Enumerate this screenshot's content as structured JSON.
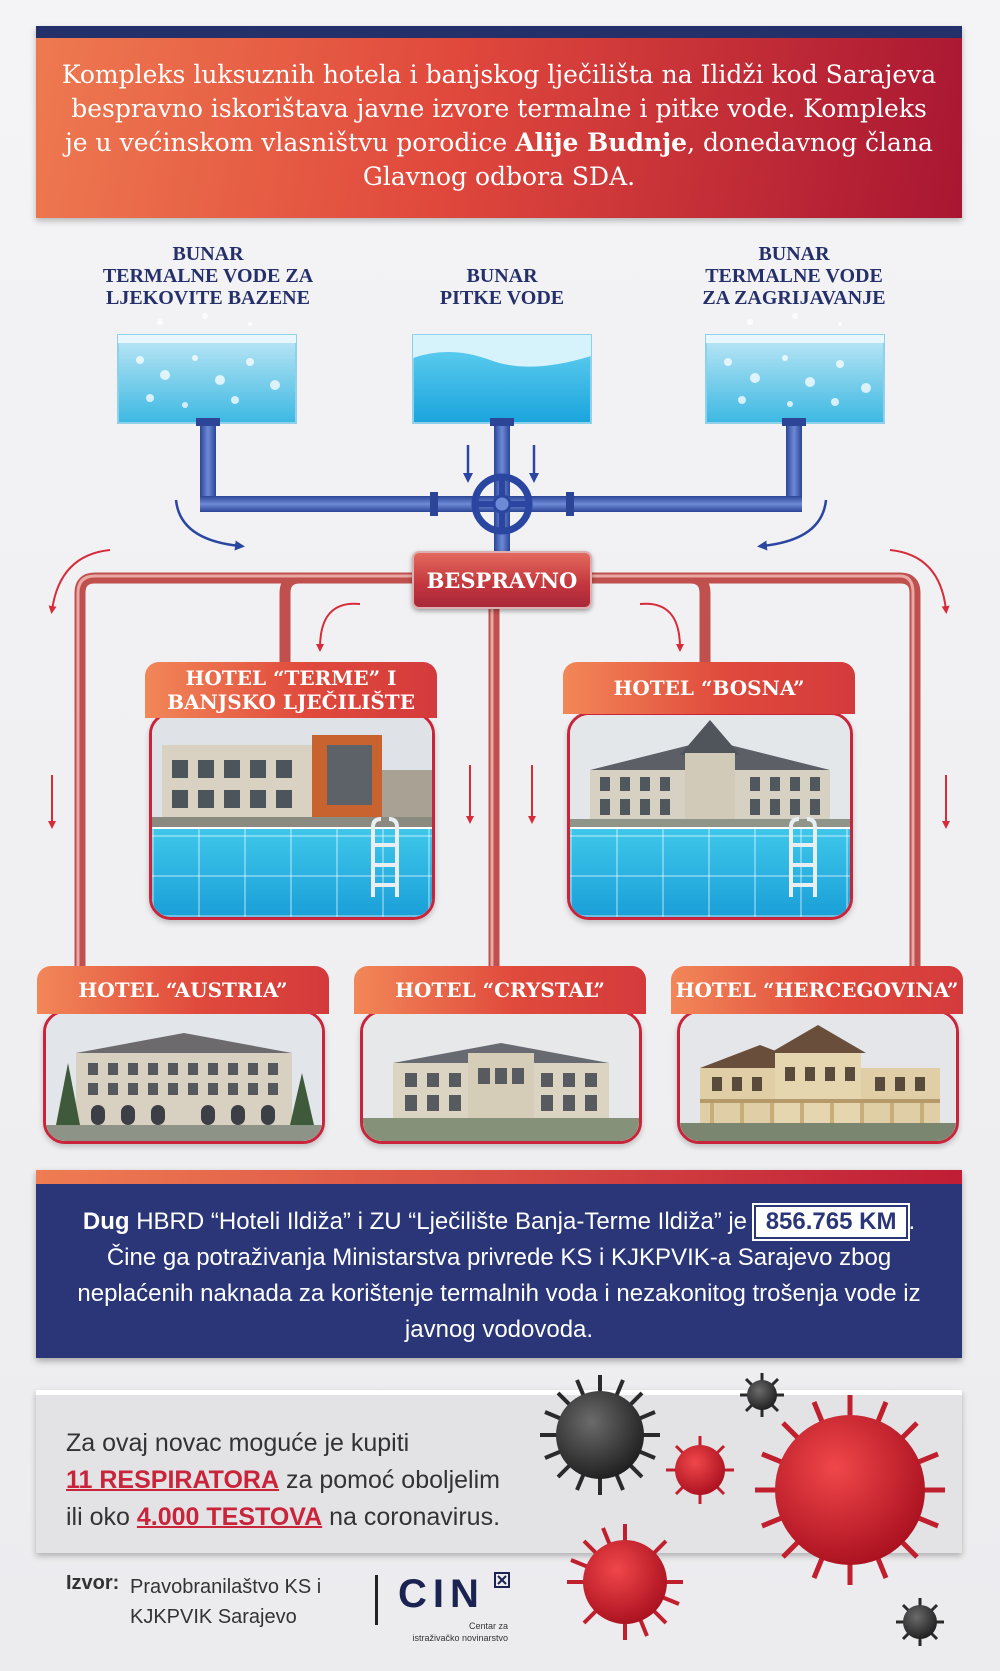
{
  "header": {
    "text_before": "Kompleks luksuznih hotela i banjskog lječilišta na Ilidži kod Sarajeva bespravno iskorištava javne izvore termalne i pitke vode. Kompleks je u većinskom vlasništvu porodice ",
    "text_bold": "Alije Budnje",
    "text_after": ", donedavnog člana Glavnog odbora SDA."
  },
  "wells": [
    {
      "line1": "BUNAR",
      "line2": "TERMALNE VODE ZA",
      "line3": "LJEKOVITE BAZENE"
    },
    {
      "line1": "BUNAR",
      "line2": "PITKE VODE",
      "line3": ""
    },
    {
      "line1": "BUNAR",
      "line2": "TERMALNE VODE",
      "line3": "ZA ZAGRIJAVANJE"
    }
  ],
  "valve_label": "BESPRAVNO",
  "hotels": {
    "terme": {
      "line1": "HOTEL “TERME” I",
      "line2": "BANJSKO LJEČILIŠTE"
    },
    "bosna": {
      "line1": "HOTEL “BOSNA”"
    },
    "austria": {
      "line1": "HOTEL “AUSTRIA”"
    },
    "crystal": {
      "line1": "HOTEL “CRYSTAL”"
    },
    "hercegovina": {
      "line1": "HOTEL “HERCEGOVINA”"
    }
  },
  "debt": {
    "lead_bold": "Dug",
    "text_before": " HBRD “Hoteli Ildiža” i ZU “Lječilište Banja-Terme Ildiža” je ",
    "amount": "856.765 KM",
    "text_after": ". Čine ga potraživanja Ministarstva privrede KS i KJKPVIK-a Sarajevo zbog neplaćenih naknada za korištenje termalnih voda i nezakonitog trošenja vode iz javnog vodovoda."
  },
  "respirators": {
    "line1": "Za ovaj novac moguće je kupiti",
    "highlight1": "11 RESPIRATORA",
    "line2_after": " za pomoć oboljelim",
    "line3_before": "ili oko ",
    "highlight2": "4.000 TESTOVA",
    "line3_after": " na coronavirus."
  },
  "footer": {
    "source_label": "Izvor:",
    "source_line1": "Pravobranilaštvo KS i",
    "source_line2": "KJKPVIK Sarajevo",
    "logo": "CIN",
    "logo_sub_line1": "Centar za",
    "logo_sub_line2": "istraživačko novinarstvo"
  },
  "colors": {
    "navy": "#24306a",
    "red": "#c9243a",
    "orange": "#ee7a50",
    "blue_pipe": "#3a58b0",
    "red_pipe": "#c0504d",
    "water": "#2bb4e4"
  }
}
